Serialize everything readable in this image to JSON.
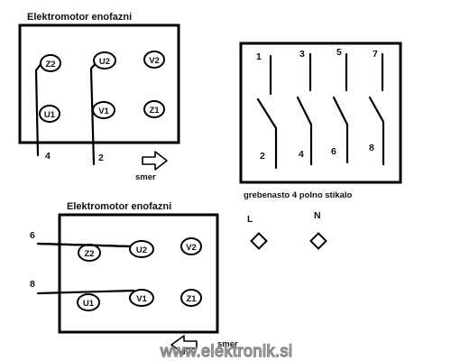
{
  "motor_top": {
    "title": "Elektromotor enofazni",
    "terminals": [
      "Z2",
      "U2",
      "V2",
      "U1",
      "V1",
      "Z1"
    ],
    "wire_labels": [
      "4",
      "2"
    ],
    "direction_label": "smer"
  },
  "switch": {
    "top_numbers": [
      "1",
      "3",
      "5",
      "7"
    ],
    "bottom_numbers": [
      "2",
      "4",
      "6",
      "8"
    ],
    "caption": "grebenasto 4 polno stikalo"
  },
  "supply": {
    "labels": [
      "L",
      "N"
    ]
  },
  "motor_bottom": {
    "title": "Elektromotor enofazni",
    "terminals": [
      "Z2",
      "U2",
      "V2",
      "U1",
      "V1",
      "Z1"
    ],
    "wire_labels": [
      "6",
      "8"
    ],
    "direction_label": "smer"
  },
  "watermark": "www.elektronik.si"
}
